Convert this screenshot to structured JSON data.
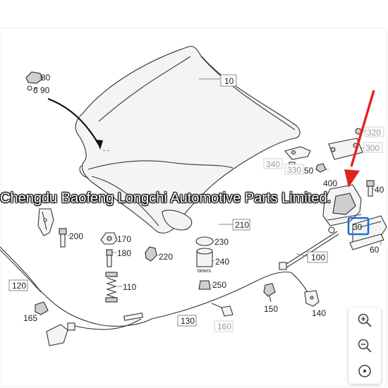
{
  "watermark": "Chengdu Baofeng Longchi Automotive Parts Limited.",
  "callouts": {
    "c10": "10",
    "c30": "30",
    "c40": "40",
    "c50": "50",
    "c60": "60",
    "c80": "80",
    "c690": "6 90",
    "c100": "100",
    "c110": "110",
    "c120": "120",
    "c130": "130",
    "c140": "140",
    "c150": "150",
    "c160": "160",
    "c165": "165",
    "c170": "170",
    "c180": "180",
    "c200": "200",
    "c210": "210",
    "c220": "220",
    "c230": "230",
    "c240": "240",
    "c250": "250",
    "c300": "300",
    "c320": "320",
    "c330": "330",
    "c340": "340",
    "c400": "400"
  },
  "small_label": "beans",
  "highlight_color": "#1a6fd6",
  "arrow_color": "#e0231f",
  "zoom": {
    "in_icon": "zoom-in-icon",
    "out_icon": "zoom-out-icon",
    "reset_icon": "target-icon"
  }
}
